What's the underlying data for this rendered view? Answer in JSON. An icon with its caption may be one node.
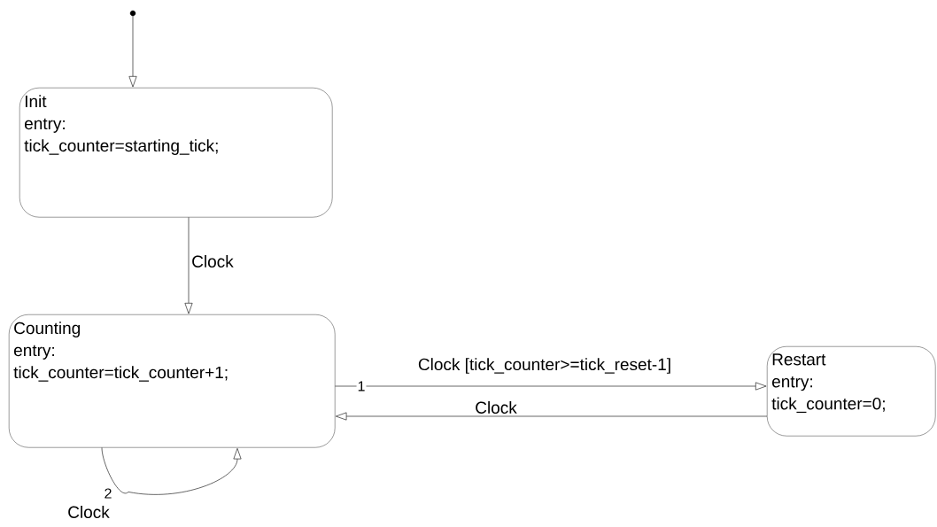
{
  "diagram": {
    "nodes": [
      {
        "text": [],
        "shape": "circle"
      },
      {
        "text": [
          "Init",
          "entry:",
          "tick_counter=starting_tick;"
        ]
      },
      {
        "text": [
          "Counting",
          "entry:",
          "tick_counter=tick_counter+1;"
        ]
      },
      {
        "text": [
          "Restart",
          "entry:",
          "tick_counter=0;"
        ]
      }
    ],
    "edges": [
      {
        "from": 0,
        "to": 1,
        "arrow": "to"
      },
      {
        "from": 1,
        "to": 2,
        "arrow": "to",
        "label": "Clock"
      },
      {
        "from": 2,
        "to": 3,
        "arrow": "to",
        "label": "Clock [tick_counter>=tick_reset-1]"
      },
      {
        "from": 3,
        "to": 2,
        "arrow": "to",
        "label": "Clock"
      },
      {
        "from": 2,
        "to": 2,
        "arrow": "to",
        "label": "Clock"
      }
    ],
    "labels": [
      "1",
      "2"
    ]
  }
}
